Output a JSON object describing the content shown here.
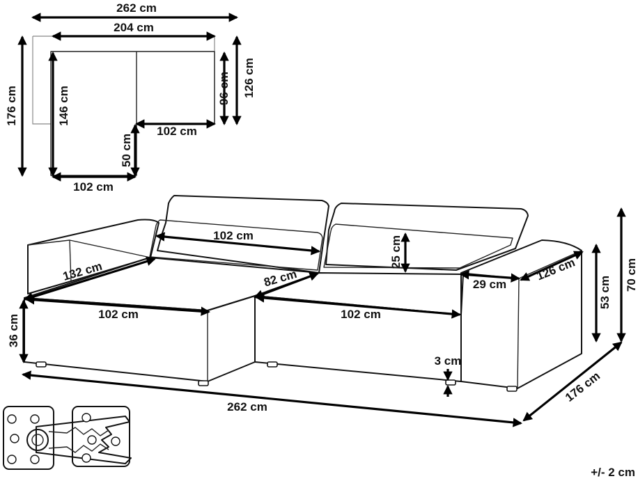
{
  "plan_view": {
    "overall_width": "262 cm",
    "inner_width": "204 cm",
    "overall_depth": "176 cm",
    "chaise_depth": "146 cm",
    "right_depth": "126 cm",
    "seat_depth": "96 cm",
    "seat_width": "102 cm",
    "chaise_step": "50 cm",
    "chaise_width": "102 cm"
  },
  "sofa_view": {
    "backrest_width": "102 cm",
    "backrest_height": "25 cm",
    "chaise_length": "132 cm",
    "seat_depth": "82 cm",
    "chaise_seat_width": "102 cm",
    "seat_width": "102 cm",
    "armrest_width": "29 cm",
    "armrest_depth": "126 cm",
    "seat_height": "36 cm",
    "arm_height": "53 cm",
    "total_height": "70 cm",
    "leg_height": "3 cm",
    "total_width": "262 cm",
    "total_depth": "176 cm"
  },
  "tolerance": "+/- 2 cm"
}
